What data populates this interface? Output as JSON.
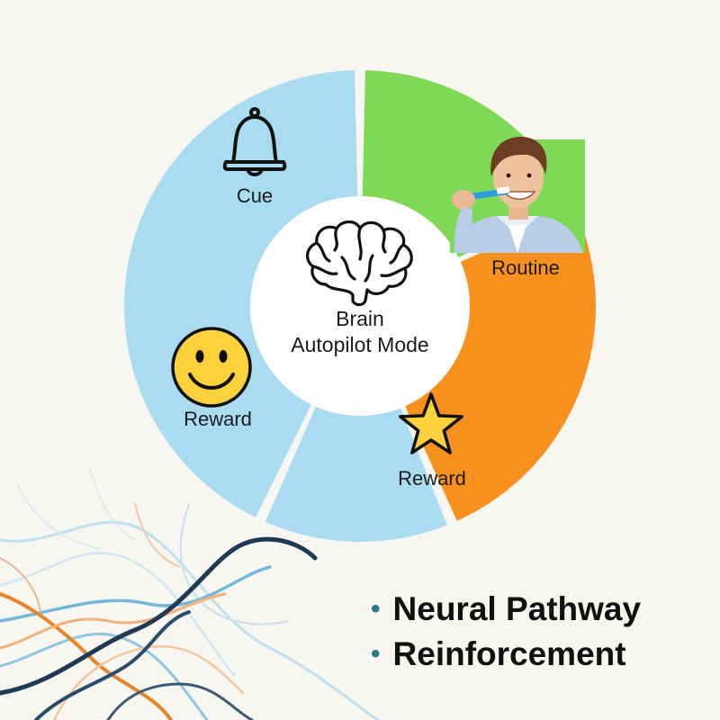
{
  "center": {
    "line1": "Brain",
    "line2": "Autopilot Mode",
    "icon": "brain-icon"
  },
  "segments": [
    {
      "id": "cue",
      "label": "Cue",
      "icon": "bell-icon",
      "color": "#a9dcf1"
    },
    {
      "id": "routine",
      "label": "Routine",
      "icon": "person-brushing-teeth",
      "color": "#7fd957"
    },
    {
      "id": "reward-star",
      "label": "Reward",
      "icon": "star-icon",
      "color": "#f8901e"
    },
    {
      "id": "reward-smiley",
      "label": "Reward",
      "icon": "smiley-icon",
      "color": "#a9dcf1"
    }
  ],
  "bullets": [
    "Neural Pathway",
    "Reinforcement"
  ],
  "colors": {
    "background": "#f7f6f1",
    "bullet": "#2a7a8c",
    "pathway_orange": "#e8852c",
    "pathway_blue": "#74b8dc",
    "pathway_navy": "#1f3a55"
  }
}
